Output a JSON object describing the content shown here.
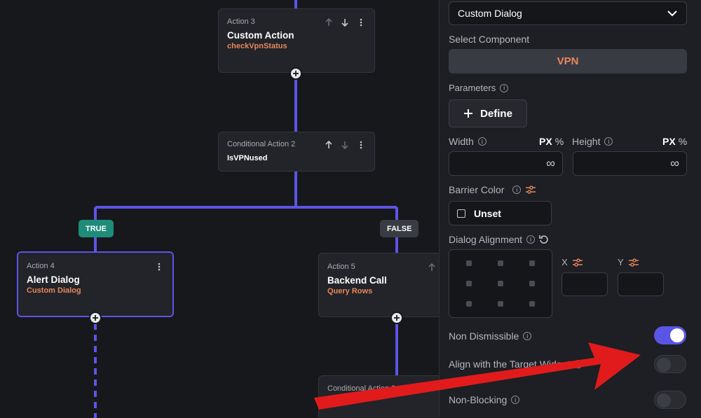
{
  "flow": {
    "nodes": [
      {
        "kicker": "Action 3",
        "title": "Custom Action",
        "subtitle": "checkVpnStatus"
      },
      {
        "kicker": "Conditional Action 2",
        "title": "IsVPNused",
        "subtitle": ""
      },
      {
        "kicker": "Action 4",
        "title": "Alert Dialog",
        "subtitle": "Custom Dialog"
      },
      {
        "kicker": "Action 5",
        "title": "Backend Call",
        "subtitle": "Query Rows"
      },
      {
        "kicker": "Conditional Action 3",
        "title": "",
        "subtitle": ""
      }
    ],
    "true_label": "TRUE",
    "false_label": "FALSE"
  },
  "panel": {
    "dialog_type": "Custom Dialog",
    "select_component_label": "Select Component",
    "component_value": "VPN",
    "parameters_label": "Parameters",
    "define_label": "Define",
    "width_label": "Width",
    "height_label": "Height",
    "unit_px": "PX",
    "unit_pct": "%",
    "width_value": "∞",
    "height_value": "∞",
    "barrier_color_label": "Barrier Color",
    "barrier_color_value": "Unset",
    "dialog_alignment_label": "Dialog Alignment",
    "x_label": "X",
    "y_label": "Y",
    "non_dismissible_label": "Non Dismissible",
    "non_dismissible_on": true,
    "align_target_label": "Align with the Target Widget",
    "align_target_on": false,
    "non_blocking_label": "Non-Blocking",
    "non_blocking_on": false
  },
  "colors": {
    "accent": "#5b55e6",
    "subtitle": "#e8875b",
    "true_badge": "#1f8c7a",
    "annotation_arrow": "#e11b1b"
  }
}
